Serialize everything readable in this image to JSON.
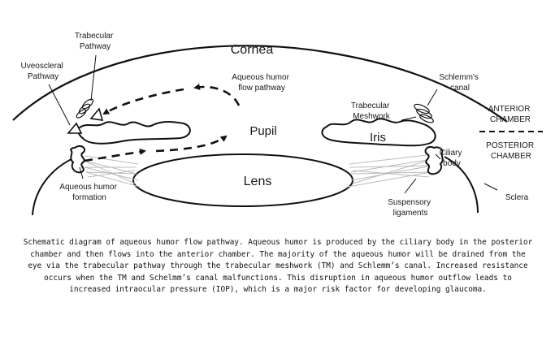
{
  "labels": {
    "trabecular_pathway": [
      "Trabecular",
      "Pathway"
    ],
    "uveoscleral_pathway": [
      "Uveoscleral",
      "Pathway"
    ],
    "cornea": "Cornea",
    "aqueous_flow": [
      "Aqueous humor",
      "flow pathway"
    ],
    "schlemms_canal": [
      "Schlemm's",
      "canal"
    ],
    "trabecular_meshwork": [
      "Trabecular",
      "Meshwork"
    ],
    "anterior_chamber": [
      "ANTERIOR",
      "CHAMBER"
    ],
    "posterior_chamber": [
      "POSTERIOR",
      "CHAMBER"
    ],
    "pupil": "Pupil",
    "iris": "Iris",
    "ciliary_body": [
      "Ciliary",
      "body"
    ],
    "lens": "Lens",
    "aqueous_formation": [
      "Aqueous humor",
      "formation"
    ],
    "suspensory_ligaments": [
      "Suspensory",
      "ligaments"
    ],
    "sclera": "Sclera"
  },
  "caption": "Schematic diagram of aqueous humor flow pathway. Aqueous humor is produced by the ciliary body in the posterior chamber and then flows into the anterior chamber. The majority of the aqueous humor will be drained from the eye via the trabecular pathway through the trabecular meshwork (TM) and Schlemm’s canal. Increased resistance occurs when the TM and Schelmm’s canal malfunctions. This disruption in aqueous humor outflow leads to increased intraocular pressure (IOP), which is a major risk factor for developing glaucoma."
}
